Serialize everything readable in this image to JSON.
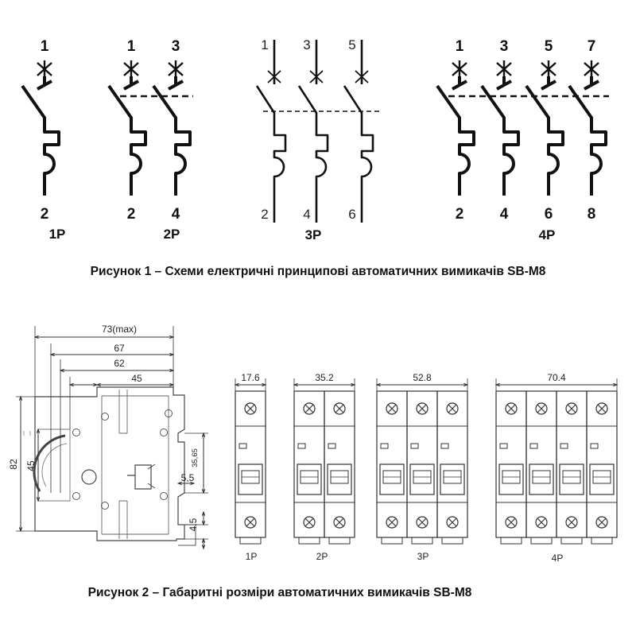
{
  "figure1": {
    "caption": "Рисунок 1 – Схеми електричні принципові автоматичних вимикачів SB-M8",
    "diagrams": [
      {
        "label": "1P",
        "top_terminals": [
          "1"
        ],
        "bottom_terminals": [
          "2"
        ]
      },
      {
        "label": "2P",
        "top_terminals": [
          "1",
          "3"
        ],
        "bottom_terminals": [
          "2",
          "4"
        ]
      },
      {
        "label": "3P",
        "top_terminals": [
          "1",
          "3",
          "5"
        ],
        "bottom_terminals": [
          "2",
          "4",
          "6"
        ]
      },
      {
        "label": "4P",
        "top_terminals": [
          "1",
          "3",
          "5",
          "7"
        ],
        "bottom_terminals": [
          "2",
          "4",
          "6",
          "8"
        ]
      }
    ]
  },
  "figure2": {
    "caption": "Рисунок 2 – Габаритні розміри автоматичних вимикачів SB-M8",
    "side_view": {
      "dim_width_max": "73(max)",
      "dim_67": "67",
      "dim_62": "62",
      "dim_45_top": "45",
      "dim_height": "82",
      "dim_45_left": "45",
      "dim_35_65": "35,65",
      "dim_5_5": "5,5",
      "dim_4_5": "4,5"
    },
    "front_views": [
      {
        "label": "1P",
        "width": "17.6"
      },
      {
        "label": "2P",
        "width": "35.2"
      },
      {
        "label": "3P",
        "width": "52.8"
      },
      {
        "label": "4P",
        "width": "70.4"
      }
    ]
  }
}
